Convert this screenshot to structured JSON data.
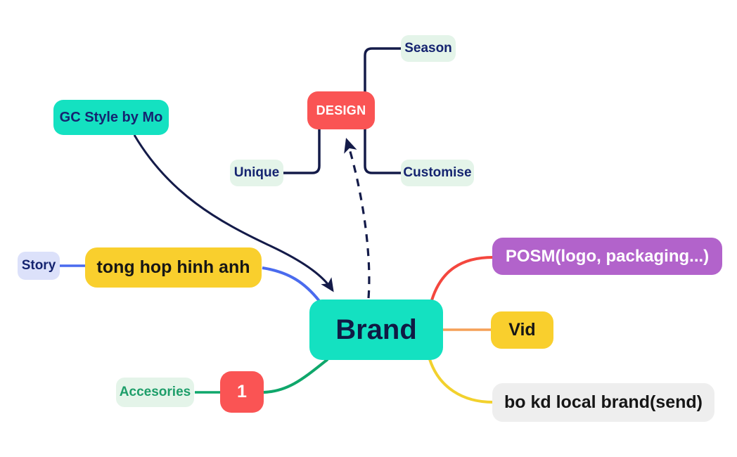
{
  "diagram": {
    "type": "mindmap",
    "central_node": "brand",
    "nodes": {
      "brand": {
        "label": "Brand",
        "bg": "#14E1C1",
        "text_color": "#101A44"
      },
      "gc_style": {
        "label": "GC Style by Mo",
        "bg": "#14E1C1",
        "text_color": "#152470"
      },
      "design": {
        "label": "DESIGN",
        "bg": "#FA5454",
        "text_color": "#FFFFFF"
      },
      "season": {
        "label": "Season",
        "bg": "#E4F4E9",
        "text_color": "#152470"
      },
      "unique": {
        "label": "Unique",
        "bg": "#E4F4E9",
        "text_color": "#152470"
      },
      "customise": {
        "label": "Customise",
        "bg": "#E4F4E9",
        "text_color": "#152470"
      },
      "story": {
        "label": "Story",
        "bg": "#DCE1FA",
        "text_color": "#152470"
      },
      "tong_hop": {
        "label": "tong hop hinh anh",
        "bg": "#F9CF2D",
        "text_color": "#161616"
      },
      "accesories": {
        "label": "Accesories",
        "bg": "#E4F4E9",
        "text_color": "#1E9E6A"
      },
      "one": {
        "label": "1",
        "bg": "#FA5454",
        "text_color": "#FFFFFF"
      },
      "posm": {
        "label": "POSM(logo, packaging...)",
        "bg": "#B263CB",
        "text_color": "#FFFFFF"
      },
      "vid": {
        "label": "Vid",
        "bg": "#F9CF2D",
        "text_color": "#161616"
      },
      "bo_kd": {
        "label": "bo kd local brand(send)",
        "bg": "#EEEEEE",
        "text_color": "#161616"
      }
    },
    "edges": [
      {
        "from": "design",
        "to": "season",
        "style": "elbow",
        "arrow": false,
        "color": "#141B49"
      },
      {
        "from": "design",
        "to": "customise",
        "style": "elbow",
        "arrow": false,
        "color": "#141B49"
      },
      {
        "from": "design",
        "to": "unique",
        "style": "elbow",
        "arrow": false,
        "color": "#141B49"
      },
      {
        "from": "gc_style",
        "to": "brand",
        "style": "curve",
        "arrow": true,
        "color": "#141B49"
      },
      {
        "from": "brand",
        "to": "design",
        "style": "dashed",
        "arrow": true,
        "color": "#141B49"
      },
      {
        "from": "story",
        "to": "tong_hop",
        "style": "line",
        "arrow": false,
        "color": "#4A6BEE"
      },
      {
        "from": "tong_hop",
        "to": "brand",
        "style": "curve",
        "arrow": false,
        "color": "#4A6BEE"
      },
      {
        "from": "accesories",
        "to": "one",
        "style": "line",
        "arrow": false,
        "color": "#0FA76B"
      },
      {
        "from": "brand",
        "to": "one",
        "style": "curve",
        "arrow": false,
        "color": "#0FA76B"
      },
      {
        "from": "brand",
        "to": "posm",
        "style": "curve",
        "arrow": false,
        "color": "#F4473E"
      },
      {
        "from": "brand",
        "to": "vid",
        "style": "line",
        "arrow": false,
        "color": "#F5A058"
      },
      {
        "from": "brand",
        "to": "bo_kd",
        "style": "curve",
        "arrow": false,
        "color": "#F2D12D"
      }
    ]
  }
}
